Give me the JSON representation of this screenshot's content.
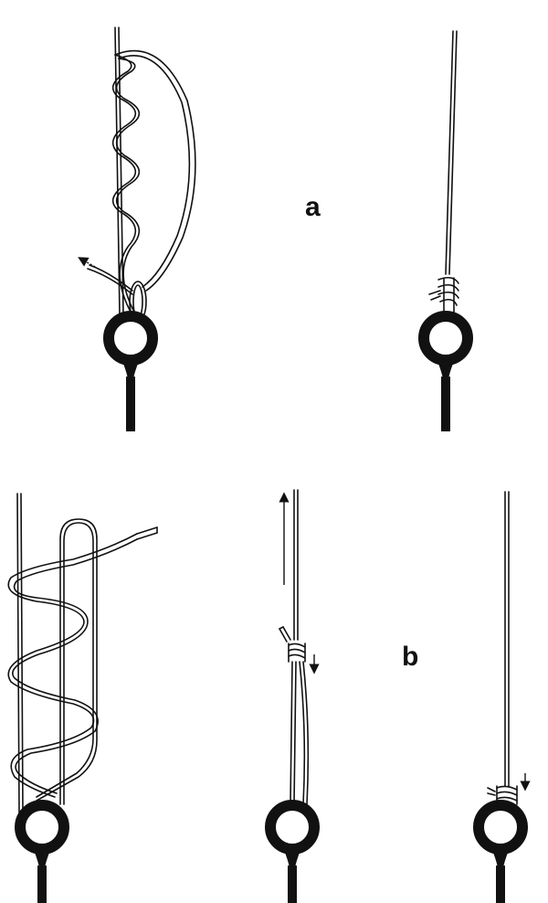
{
  "figure": {
    "panels": [
      {
        "label": "a",
        "steps": 2
      },
      {
        "label": "b",
        "steps": 3
      }
    ]
  },
  "colors": {
    "ink": "#111111",
    "paper": "#ffffff"
  }
}
